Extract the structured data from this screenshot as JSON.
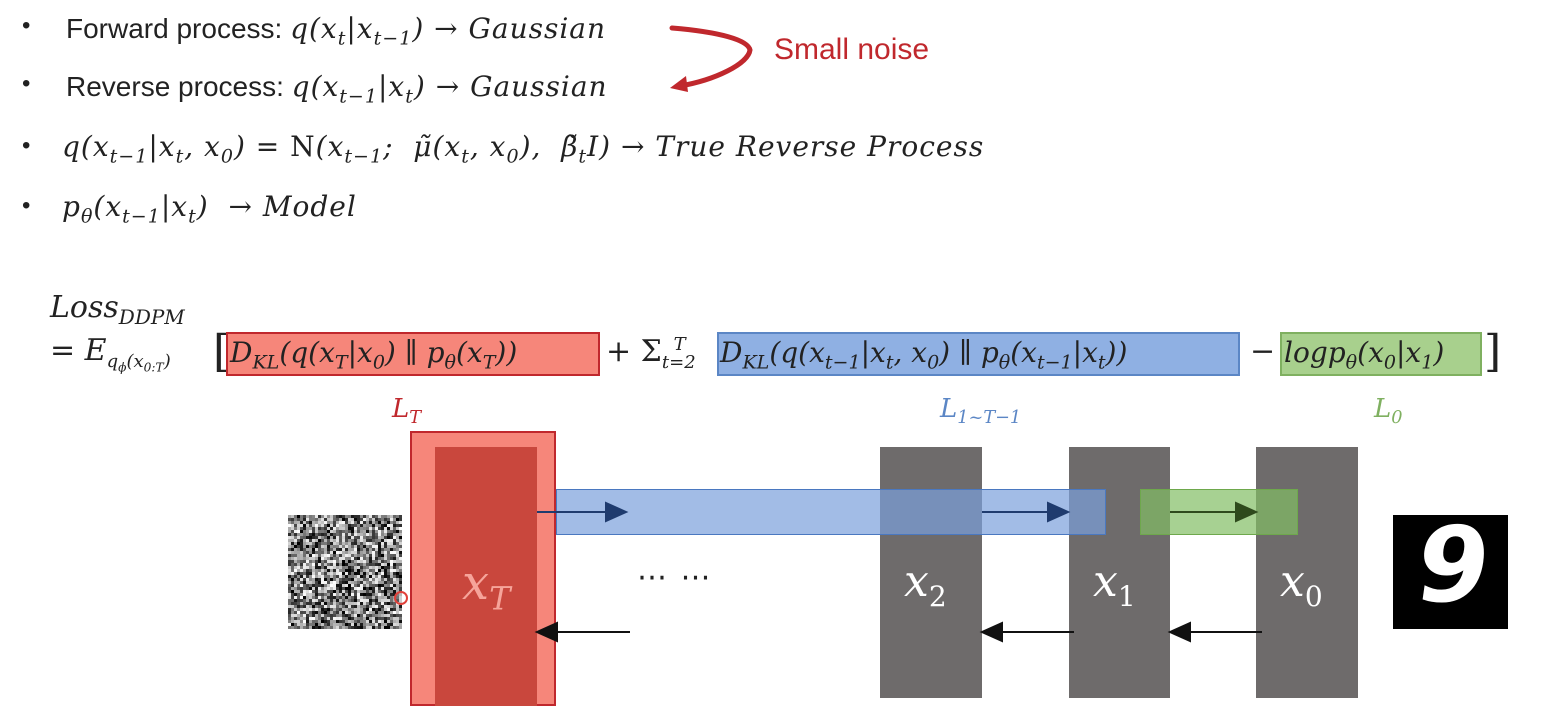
{
  "bullets": [
    {
      "label": "Forward process: ",
      "math": "q(x_t|x_{t−1}) → Gaussian"
    },
    {
      "label": "Reverse process: ",
      "math": "q(x_{t−1}|x_t) → Gaussian"
    },
    {
      "label": "",
      "math": "q(x_{t−1}|x_t, x_0) = N(x_{t−1}; μ̃(x_t, x_0), β̃_t I) → True Reverse Process"
    },
    {
      "label": "",
      "math": "p_θ(x_{t−1}|x_t) → Model"
    }
  ],
  "annotation": "Small noise",
  "loss": {
    "name": "Loss_DDPM",
    "expectation": "= E_{q_ϕ(x_{0:T})}",
    "term_T": "D_KL(q(x_T|x_0) ∥ p_θ(x_T))",
    "sum": "+ Σ_{t=2}^{T}",
    "term_mid": "D_KL(q(x_{t−1}|x_t, x_0) ∥ p_θ(x_{t−1}|x_t))",
    "minus": "−",
    "term_0": "log p_θ(x_0|x_1)"
  },
  "labels": {
    "LT": "L_T",
    "Lmid": "L_{1~T−1}",
    "L0": "L_0"
  },
  "nodes": {
    "xT": "x_T",
    "x2": "x_2",
    "x1": "x_1",
    "x0": "x_0"
  },
  "ellipsis": "⋯ ⋯",
  "digit": "9",
  "colors": {
    "red": "#c0282d",
    "red_fill": "#f6867a",
    "blue_fill": "#8fb0e3",
    "green_fill": "#a8d08d",
    "gray": "#6e6b6b"
  }
}
